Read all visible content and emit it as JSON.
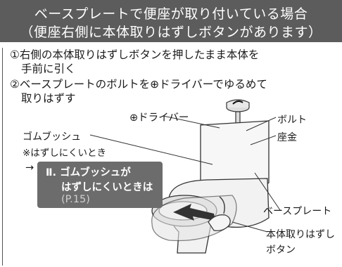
{
  "header": {
    "line1": "ベースプレートで便座が取り付いている場合",
    "line2": "（便座右側に本体取りはずしボタンがあります）"
  },
  "steps": [
    {
      "line1": "①右側の本体取りはずしボタンを押したまま本体を",
      "line2": "手前に引く"
    },
    {
      "line1": "②ベースプレートのボルトを⊕ドライバーでゆるめて",
      "line2": "取りはずす"
    }
  ],
  "labels": {
    "driver": "⊕ドライバー",
    "bolt": "ボルト",
    "washer": "座金",
    "rubber_bush": "ゴムブッシュ",
    "hard_note": "※はずしにくいとき",
    "base_plate": "ベースプレート",
    "release_button_1": "本体取りはずし",
    "release_button_2": "ボタン"
  },
  "callout": {
    "arrow": "→",
    "line1": "Ⅱ. ゴムブッシュが",
    "line2": "はずしにくいときは",
    "line3": "(P.15)"
  }
}
